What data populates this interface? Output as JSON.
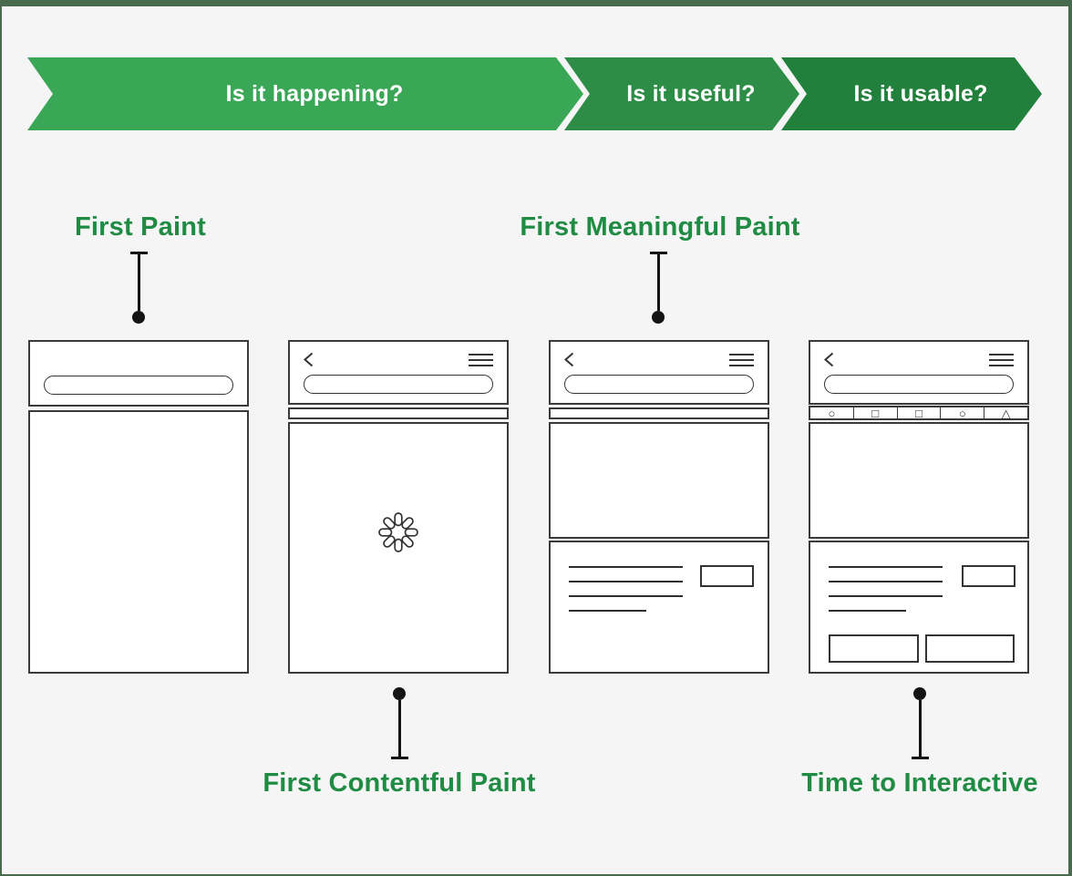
{
  "frame": {
    "background": "#f5f5f6",
    "border_color": "#486b4e"
  },
  "banner": {
    "text_color": "#ffffff",
    "stages": [
      {
        "label": "Is it happening?",
        "color": "#3aa757"
      },
      {
        "label": "Is it useful?",
        "color": "#2d8c46"
      },
      {
        "label": "Is it usable?",
        "color": "#22803d"
      }
    ]
  },
  "labels": {
    "color": "#1f8b43",
    "first_paint": "First Paint",
    "first_contentful_paint": "First Contentful Paint",
    "first_meaningful_paint": "First Meaningful Paint",
    "time_to_interactive": "Time to Interactive"
  },
  "phones": {
    "stroke_color": "#3a3a3a",
    "toolbar_icons": [
      {
        "name": "circle-icon",
        "glyph": "○"
      },
      {
        "name": "square-icon",
        "glyph": "□"
      },
      {
        "name": "square-icon",
        "glyph": "□"
      },
      {
        "name": "circle-icon",
        "glyph": "○"
      },
      {
        "name": "triangle-icon",
        "glyph": "△"
      }
    ]
  }
}
